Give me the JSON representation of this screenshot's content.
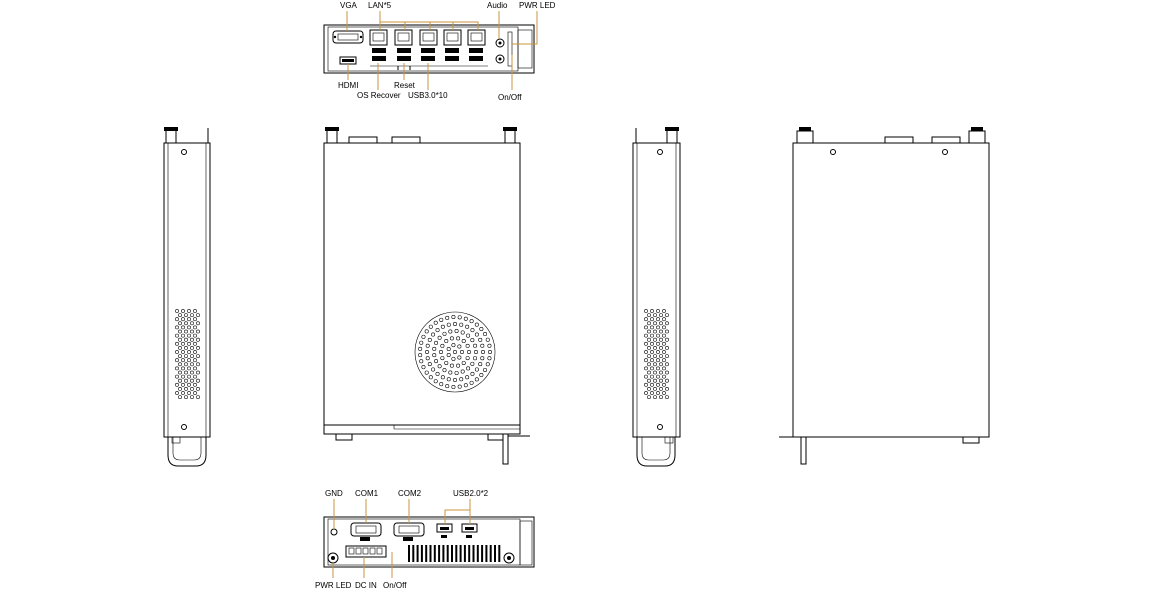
{
  "diagram": {
    "top_callouts": {
      "vga": "VGA",
      "lan": "LAN*5",
      "audio": "Audio",
      "pwr_led": "PWR LED",
      "hdmi": "HDMI",
      "os_recover": "OS Recover",
      "reset": "Reset",
      "usb_3": "USB3.0*10",
      "on_off": "On/Off"
    },
    "bottom_callouts": {
      "gnd": "GND",
      "com1": "COM1",
      "com2": "COM2",
      "usb_2": "USB2.0*2",
      "pwr_led": "PWR LED",
      "dc_in": "DC IN",
      "on_off": "On/Off"
    }
  },
  "colors": {
    "line": "#000000",
    "leader": "#c8963c",
    "background": "#ffffff"
  }
}
